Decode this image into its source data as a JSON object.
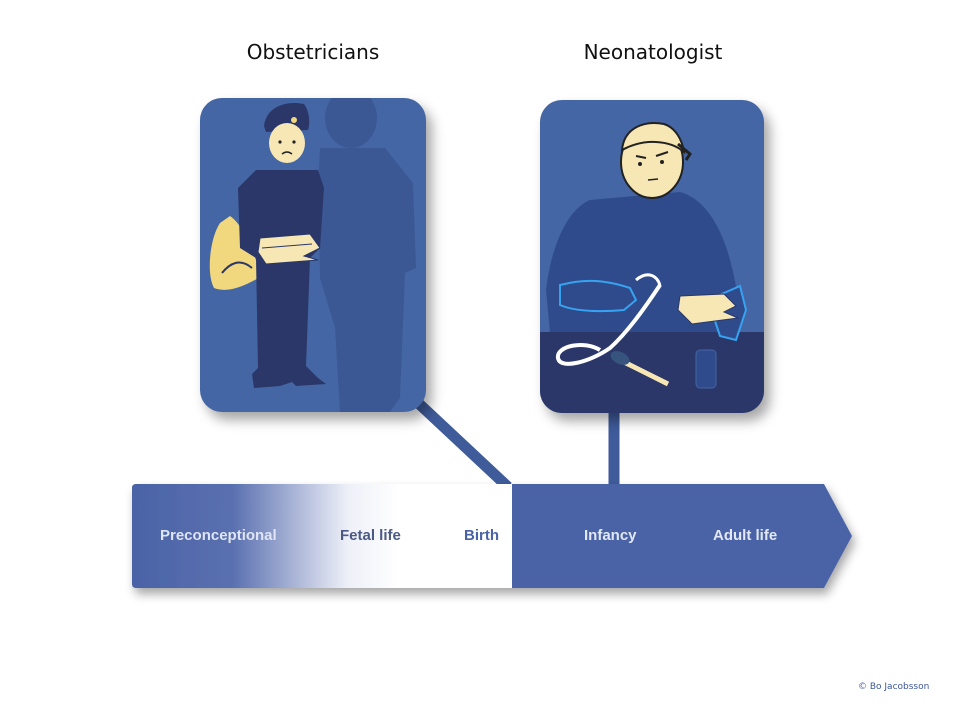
{
  "titles": {
    "obstetricians": "Obstetricians",
    "neonatologist": "Neonatologist"
  },
  "timeline": {
    "stages": [
      "Preconceptional",
      "Fetal life",
      "Birth",
      "Infancy",
      "Adult life"
    ]
  },
  "copyright": "© Bo Jacobsson",
  "colors": {
    "timeline_blue": "#4a63a6",
    "card_background": "#4466a4",
    "figure_dark": "#2a3768",
    "skin": "#f7e7b4",
    "hat_yellow": "#f1d77e"
  },
  "icons": {
    "obstetrician_card": "obstetrician-with-shadow-illustration",
    "neonatologist_card": "neonatologist-at-table-illustration"
  }
}
